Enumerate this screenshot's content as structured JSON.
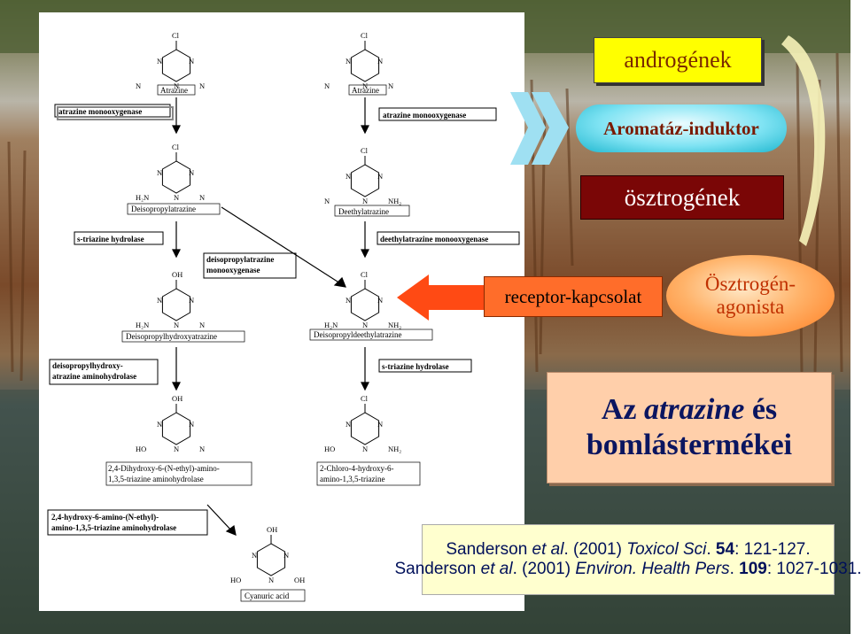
{
  "labels": {
    "androgens": "androgének",
    "aromatase": "Aromatáz-induktor",
    "estrogens": "ösztrogének",
    "receptor": "receptor-kapcsolat",
    "agonist_line1": "Ösztrogén-",
    "agonist_line2": "agonista"
  },
  "title": {
    "az": "Az",
    "atrazine": "atrazine",
    "es": "és",
    "line2": "bomlástermékei"
  },
  "references": [
    {
      "authors": "Sanderson",
      "etal": "et al",
      "year": ". (2001)",
      "journal": "Toxicol Sci",
      "vol": "54",
      "pages": ": 121-127."
    },
    {
      "authors": "Sanderson",
      "etal": "et al",
      "year": ". (2001)",
      "journal": "Environ. Health Pers",
      "vol": "109",
      "pages": ": 1027-1031."
    }
  ],
  "pathway": {
    "compounds": {
      "atrazine": "Atrazine",
      "atrazine_b": "Atrazine",
      "deisopropylatrazine": "Deisopropylatrazine",
      "deethylatrazine": "Deethylatrazine",
      "deisopropylhydroxyatrazine": "Deisopropylhydroxyatrazine",
      "deisopropyldeethylatrazine": "Deisopropyldeethylatrazine",
      "dihydroxy_1": "2,4-Dihydroxy-6-(N-ethyl)-amino-",
      "dihydroxy_2": "1,3,5-triazine aminohydrolase",
      "chloro_1": "2-Chloro-4-hydroxy-6-",
      "chloro_2": "amino-1,3,5-triazine",
      "cyanuric": "Cyanuric acid"
    },
    "enzymes": {
      "mono_a": "atrazine monooxygenase",
      "mono_b": "atrazine monooxygenase",
      "hydrolase_a": "s-triazine hydrolase",
      "deethyl_mono": "deethylatrazine monooxygenase",
      "deiso_mono_1": "deisopropylatrazine",
      "deiso_mono_2": "monooxygenase",
      "hydroxy_1": "deisopropylhydroxy-",
      "hydroxy_2": "atrazine aminohydrolase",
      "hydrolase_b": "s-triazine hydrolase",
      "final_1": "2,4-hydroxy-6-amino-(N-ethyl)-",
      "final_2": "amino-1,3,5-triazine aminohydrolase"
    },
    "atoms": {
      "cl": "Cl",
      "n": "N",
      "h": "H",
      "oh": "OH",
      "ho": "HO",
      "h2n": "H₂N",
      "nh2": "NH₂"
    }
  },
  "colors": {
    "androgens_bg": "#ffff00",
    "estrogens_bg": "#7a0606",
    "receptor_bg": "#ff6d2a",
    "title_bg": "#ffcfaa",
    "refs_bg": "#ffffcf"
  }
}
